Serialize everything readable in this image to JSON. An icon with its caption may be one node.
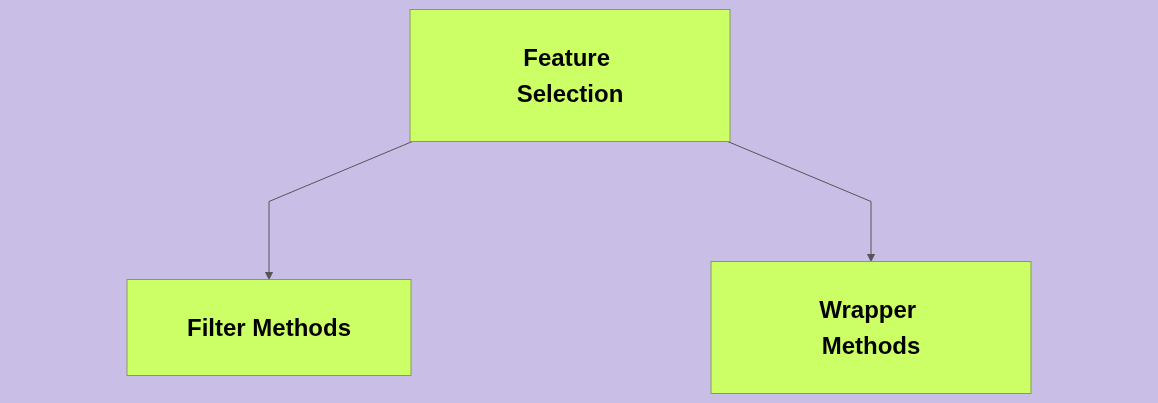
{
  "diagram": {
    "nodes": [
      {
        "text": [
          "Feature Selection"
        ]
      },
      {
        "text": [
          "Filter Methods"
        ]
      },
      {
        "text": [
          "Wrapper Methods"
        ]
      }
    ],
    "edges": [
      {
        "from": 0,
        "to": 1,
        "arrow": "to"
      },
      {
        "from": 0,
        "to": 2,
        "arrow": "to"
      }
    ]
  }
}
